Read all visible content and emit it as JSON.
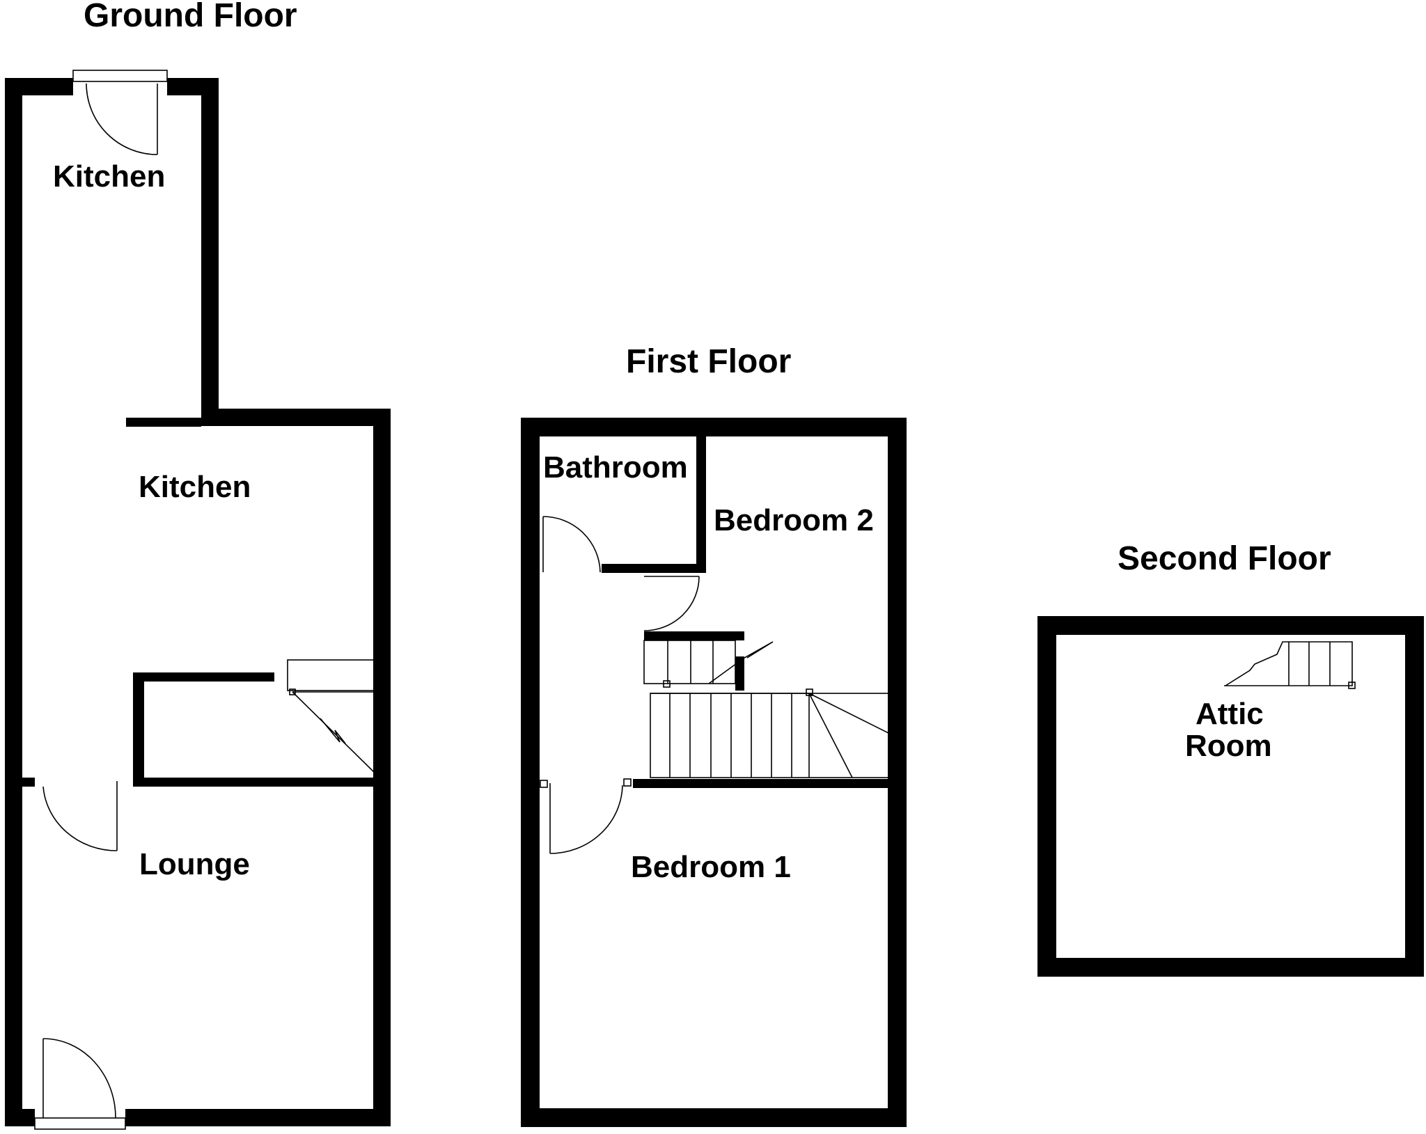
{
  "floors": {
    "ground": {
      "title": "Ground Floor",
      "rooms": {
        "kitchen_rear": "Kitchen",
        "kitchen_front": "Kitchen",
        "lounge": "Lounge"
      }
    },
    "first": {
      "title": "First Floor",
      "rooms": {
        "bathroom": "Bathroom",
        "bedroom2": "Bedroom 2",
        "bedroom1": "Bedroom 1"
      }
    },
    "second": {
      "title": "Second Floor",
      "rooms": {
        "attic_line1": "Attic",
        "attic_line2": "Room"
      }
    }
  },
  "colors": {
    "wall": "#000000",
    "background": "#ffffff"
  }
}
